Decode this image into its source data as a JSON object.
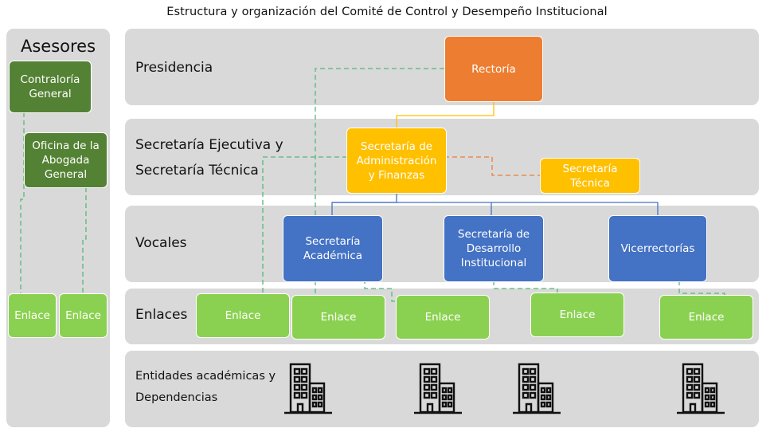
{
  "title": "Estructura y organización del Comité de Control y Desempeño Institucional",
  "sidebar": {
    "title": "Asesores",
    "contraloria": "Contraloría\nGeneral",
    "abogada": "Oficina de la\nAbogada\nGeneral",
    "enlace_1": "Enlace",
    "enlace_2": "Enlace"
  },
  "rows": {
    "presidencia": "Presidencia",
    "secretaria_line1": "Secretaría Ejecutiva y",
    "secretaria_line2": "Secretaría Técnica",
    "vocales": "Vocales",
    "enlaces": "Enlaces",
    "entidades_line1": "Entidades académicas y",
    "entidades_line2": "Dependencias"
  },
  "nodes": {
    "rectoria": "Rectoría",
    "sec_admin": "Secretaría de\nAdministración\ny Finanzas",
    "sec_tecnica": "Secretaría\nTécnica",
    "sec_academica": "Secretaría\nAcadémica",
    "sec_desarrollo": "Secretaría de\nDesarrollo\nInstitucional",
    "vicerrectorias": "Vicerrectorías"
  },
  "enlaces": [
    "Enlace",
    "Enlace",
    "Enlace",
    "Enlace",
    "Enlace"
  ],
  "colors": {
    "band": "#d9d9d9",
    "orange": "#ed7d31",
    "yellow": "#ffc000",
    "blue": "#4472c4",
    "green": "#8bd151",
    "dark_green": "#548235",
    "dashed_green": "#55b97a",
    "dashed_orange": "#ed7d31"
  },
  "icons": [
    "building-icon",
    "building-icon",
    "building-icon",
    "building-icon"
  ]
}
